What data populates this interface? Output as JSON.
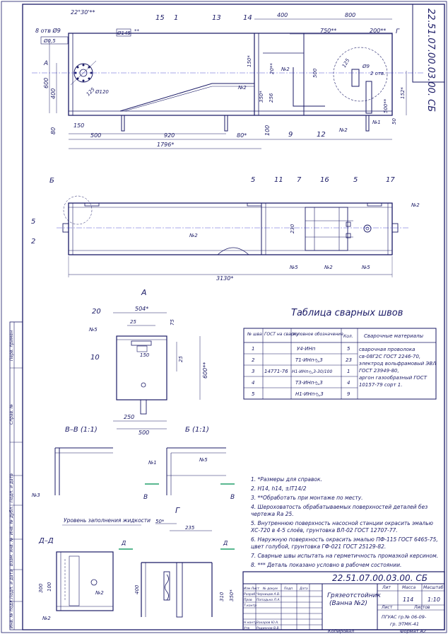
{
  "drawing_code_rotated": "22.51.07.00.03.00. СБ",
  "drawing_code": "22.51.07.00.03.00. СБ",
  "top_view": {
    "dims": [
      "22°30'**",
      "8 отв Ø9",
      "Ø0,5",
      "Ø145",
      "**",
      "400",
      "800",
      "750**",
      "200**",
      "Г",
      "Ø9",
      "2 отв.",
      "Ø120",
      "125",
      "600",
      "400",
      "80",
      "150",
      "500",
      "920",
      "80*",
      "100",
      "1796*",
      "150*",
      "20**",
      "256",
      "350*",
      "500",
      "152*",
      "500**",
      "50",
      "А"
    ],
    "callouts": [
      "15",
      "1",
      "13",
      "14",
      "№2",
      "№2",
      "№2",
      "№1",
      "9",
      "12",
      "125"
    ]
  },
  "mid_view": {
    "callouts": [
      "Б",
      "5",
      "11",
      "7",
      "16",
      "5",
      "17",
      "№2",
      "5",
      "2",
      "№2",
      "№5",
      "№2",
      "№5"
    ],
    "dims": [
      "230",
      "3130*"
    ]
  },
  "view_a": {
    "label": "А",
    "callouts": [
      "20",
      "№5",
      "10"
    ],
    "dims": [
      "504*",
      "25",
      "75",
      "150",
      "25",
      "600**",
      "250",
      "500"
    ]
  },
  "weld_table": {
    "title": "Таблица сварных швов",
    "headers": [
      "№ шва",
      "ГОСТ на сварку",
      "Условное обозначение",
      "Кол.",
      "Сварочные материалы"
    ],
    "rows": [
      {
        "n": "1",
        "gost": "",
        "sym": "У4-ИНп",
        "qty": "5"
      },
      {
        "n": "2",
        "gost": "",
        "sym": "Т1-ИНп-◺3",
        "qty": "23"
      },
      {
        "n": "3",
        "gost": "14771-76",
        "sym": "Н1-ИНп-◺3-30/100",
        "qty": "1"
      },
      {
        "n": "4",
        "gost": "",
        "sym": "Т3-ИНп-◺3",
        "qty": "4"
      },
      {
        "n": "5",
        "gost": "",
        "sym": "Н1-ИНп-◺3",
        "qty": "9"
      }
    ],
    "materials": [
      "сварочная проволока",
      "св-08Г2С ГОСТ 2246-70,",
      "электрод вольфрамовый ЭВЛ",
      "ГОСТ 23949-80,",
      "аргон газообразный ГОСТ",
      "10157-79 сорт 1."
    ]
  },
  "sections": {
    "vv": "В–В (1:1)",
    "b": "Б (1:1)",
    "n3": "№3",
    "n1": "№1",
    "n5": "№5",
    "v1": "В",
    "v2": "В"
  },
  "notes": [
    "1. *Размеры для справок.",
    "2. Н14, h14, ±IT14/2",
    "3. **Обработать при монтаже по месту.",
    "4. Шероховатость обрабатываемых поверхностей деталей без",
    "чертежа Ra 25.",
    "5. Внутреннюю поверхность насосной станции окрасить эмалью",
    "ХС-720 в 4-5 слоёв, грунтовка ВЛ-02 ГОСТ 12707-77.",
    "6. Наружную поверхность окрасить эмалью ПФ-115 ГОСТ 6465-75,",
    "цвет голубой, грунтовка ГФ-021 ГОСТ 25129-82.",
    "7. Сварные швы испытать на герметичность промазкой керсином.",
    "8. *** Деталь показано условно в рабочем состоянии."
  ],
  "view_dd": {
    "label": "Д–Д",
    "level_label": "Уровень заполнения жидкости",
    "callouts": [
      "№2",
      "№2"
    ],
    "dims": [
      "300",
      "100",
      "Д",
      "Д"
    ]
  },
  "view_g": {
    "label": "Г",
    "dims": [
      "50*",
      "235",
      "400",
      "310",
      "350*"
    ]
  },
  "title_block": {
    "code": "22.51.07.00.03.00. СБ",
    "name_line1": "Грязеотстойник",
    "name_line2": "(Ванна №2)",
    "lit_hdr": "Лит",
    "mass_hdr": "Масса",
    "scale_hdr": "Масштаб",
    "mass": "114",
    "scale": "1:10",
    "sheet_hdr": "Лист",
    "sheets_hdr": "Листов",
    "org1": "ПГУАС гр.№ 06-09-",
    "org2": "гр. ЭТМК-41",
    "rows": [
      {
        "role": "Изм Лист",
        "name": "№ докум",
        "sign": "Подп",
        "date": "Дата"
      },
      {
        "role": "Разраб",
        "name": "Черницов А.В."
      },
      {
        "role": "Пров",
        "name": "Попадько Л.А."
      },
      {
        "role": "Т.контр",
        "name": ""
      },
      {
        "role": "",
        "name": ""
      },
      {
        "role": "Н.контр",
        "name": "Захаров Ю.А."
      },
      {
        "role": "Утв",
        "name": "Родионов В.В."
      }
    ],
    "copied": "Копировал",
    "format": "Формат   А2"
  },
  "side_strip": [
    "Перв. примен",
    "Справ. №",
    "Подп. и дата",
    "Инв. № дубл.",
    "Взам. инв. №",
    "Подп. и дата",
    "Инв. № подл."
  ]
}
